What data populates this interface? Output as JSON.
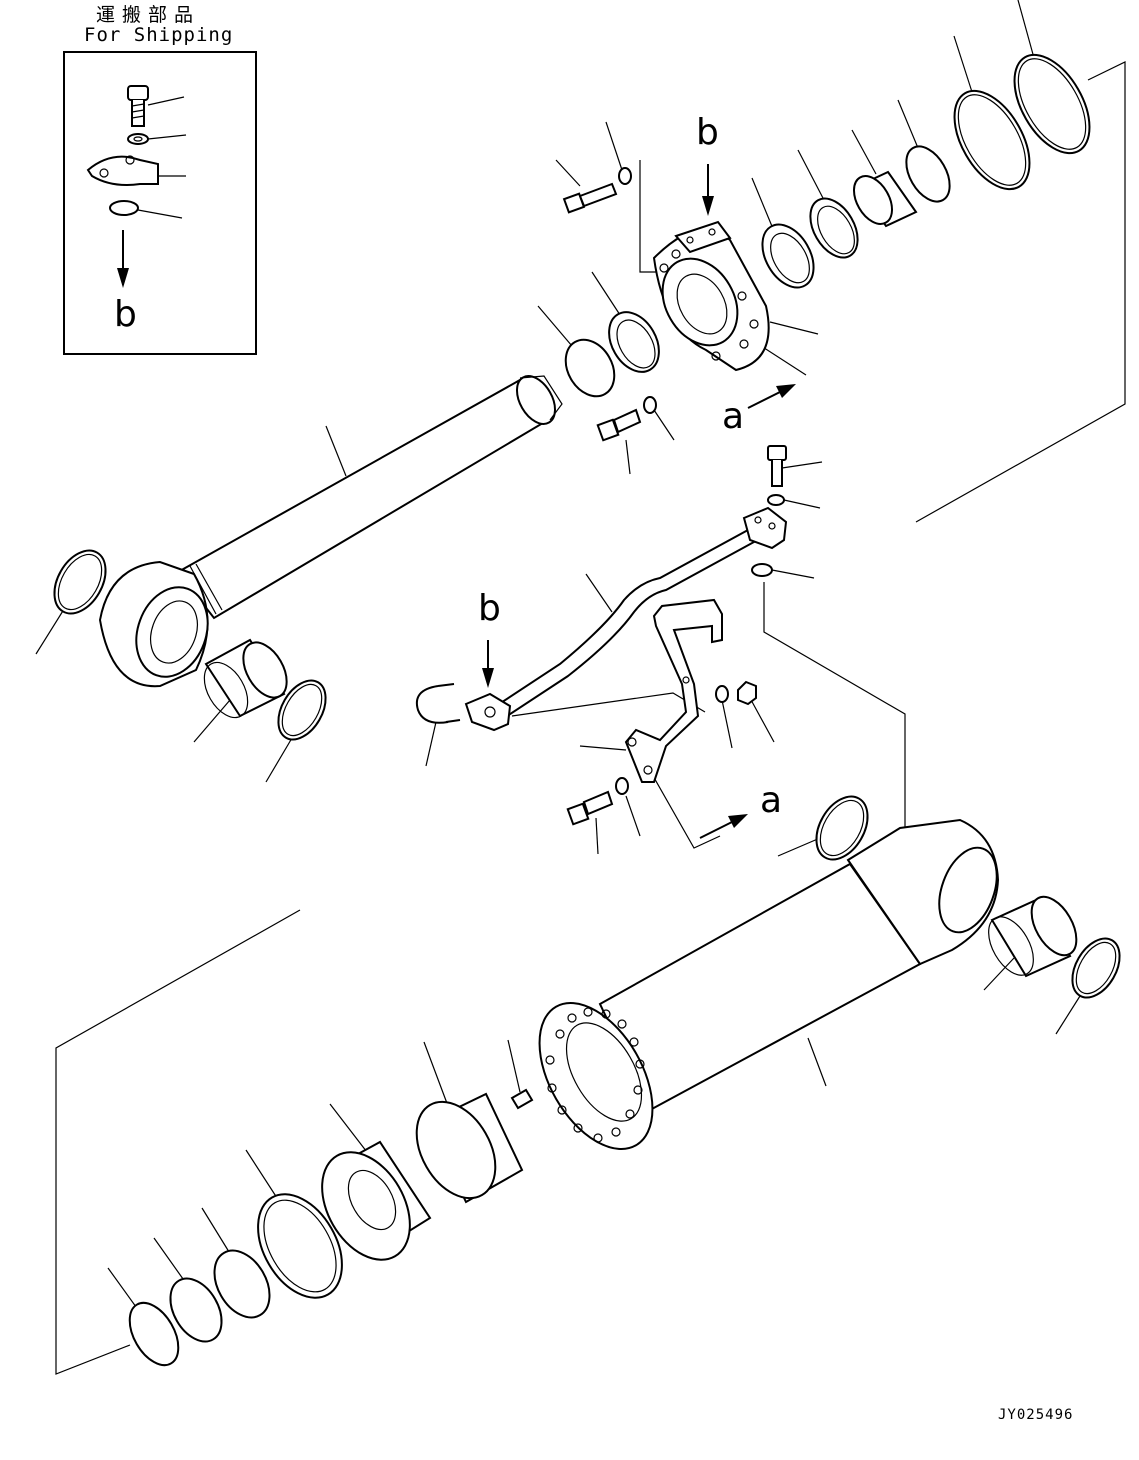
{
  "inset": {
    "title_jp": "運搬部品",
    "title_en": "For Shipping",
    "arrow_label": "b"
  },
  "callouts": {
    "b_top": "b",
    "a_right": "a",
    "b_tube": "b",
    "a_bracket": "a"
  },
  "drawing_code": "JY025496",
  "icons": [
    "arrow-down-icon",
    "arrow-right-icon"
  ]
}
